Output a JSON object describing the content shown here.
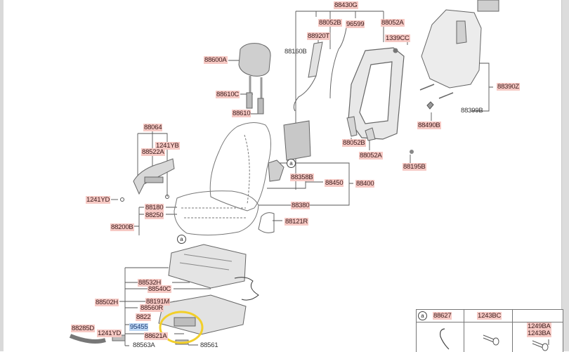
{
  "diagram": {
    "title_parts": {
      "headrest": "88600A",
      "headrest_guide_c": "88610C",
      "headrest_guide": "88610",
      "back_frame_assy": "88430G",
      "frame_bracket_b_top": "88052B",
      "wiring": "96599",
      "frame_bracket_a_top": "88052A",
      "airbag": "88920T",
      "nut": "1339CC",
      "back_frame_sub": "88160B",
      "back_board": "88390Z",
      "back_board_clip": "88399B",
      "clip_88490B": "88490B",
      "bracket_b": "88052B",
      "bracket_a": "88052A",
      "bolt_88195B": "88195B",
      "lumbar": "88358B",
      "back_assy_sub": "88450",
      "back_assy": "88400",
      "back_cover": "88380",
      "shield_inner": "88121R",
      "shield_assy": "88064",
      "screw_1241YB": "1241YB",
      "shield_knob": "88522A",
      "screw_1241YD_top": "1241YD",
      "cushion_cover": "88180",
      "cushion_pad": "88250",
      "cushion_assy": "88200B",
      "track_88532H": "88532H",
      "track_88540C": "88540C",
      "track_assy": "88502H",
      "track_88191M": "88191M",
      "track_88560R": "88560R",
      "track_8822": "8822",
      "sensor_95455": "95455",
      "track_88621A": "88621A",
      "shield_rear": "88285D",
      "screw_1241YD_bottom": "1241YD",
      "cap_88563A": "88563A",
      "cap_88561": "88561",
      "callout_a": "a"
    },
    "legend": {
      "callout": "a",
      "columns": [
        {
          "part": "88627",
          "icon": "hook-spring-icon"
        },
        {
          "part": "1243BC",
          "icon": "bolt-icon"
        },
        {
          "part": "1249BA",
          "part2": "1243BA",
          "icon": "bolt-icon"
        }
      ]
    },
    "colors": {
      "label_highlight": "#f6c9c4",
      "blue_highlight": "#bcd6f4",
      "annotation_circle": "#f2cf2a",
      "line": "#555555"
    }
  }
}
